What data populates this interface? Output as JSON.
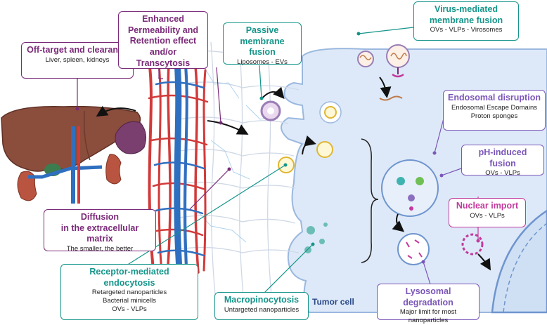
{
  "colors": {
    "purple": "#7a2a78",
    "teal": "#15958a",
    "violet": "#7b56b8",
    "magenta": "#c23a9c",
    "cell_fill": "#dde9f8",
    "artery": "#d23a3a",
    "vein": "#2f6fc0",
    "liver": "#8b4d3c"
  },
  "labels": {
    "offtarget": {
      "title": "Off-target and clearance",
      "sub": "Liver, spleen, kidneys"
    },
    "epr": {
      "title": "Enhanced Permeability and Retention effect and/or Transcytosis"
    },
    "passive": {
      "title": "Passive membrane fusion",
      "sub": "Liposomes - EVs"
    },
    "virus": {
      "title": "Virus-mediated membrane fusion",
      "sub": "OVs - VLPs - Virosomes"
    },
    "endosomal": {
      "title": "Endosomal disruption",
      "sub1": "Endosomal Escape Domains",
      "sub2": "Proton sponges"
    },
    "ph": {
      "title": "pH-induced fusion",
      "sub": "OVs - VLPs"
    },
    "nuclear": {
      "title": "Nuclear import",
      "sub": "OVs - VLPs"
    },
    "diffusion": {
      "title1": "Diffusion",
      "title2": "in the extracellular matrix",
      "sub": "The smaller, the better"
    },
    "receptor": {
      "title": "Receptor-mediated endocytosis",
      "sub1": "Retargeted nanoparticles",
      "sub2": "Bacterial minicells",
      "sub3": "OVs - VLPs"
    },
    "macro": {
      "title": "Macropinocytosis",
      "sub": "Untargeted nanoparticles"
    },
    "lysosomal": {
      "title": "Lysosomal degradation",
      "sub1": "Major limit for most",
      "sub2": "nanoparticles"
    },
    "tumor": "Tumor cell"
  },
  "icons": [
    "liver-icon",
    "spleen-icon",
    "kidney-icon",
    "blood-vessels-icon",
    "extracellular-matrix-icon",
    "tumor-cell-icon",
    "liposome-icon",
    "virus-icon",
    "endosome-icon",
    "lysosome-icon",
    "nucleus-icon",
    "dna-icon"
  ]
}
